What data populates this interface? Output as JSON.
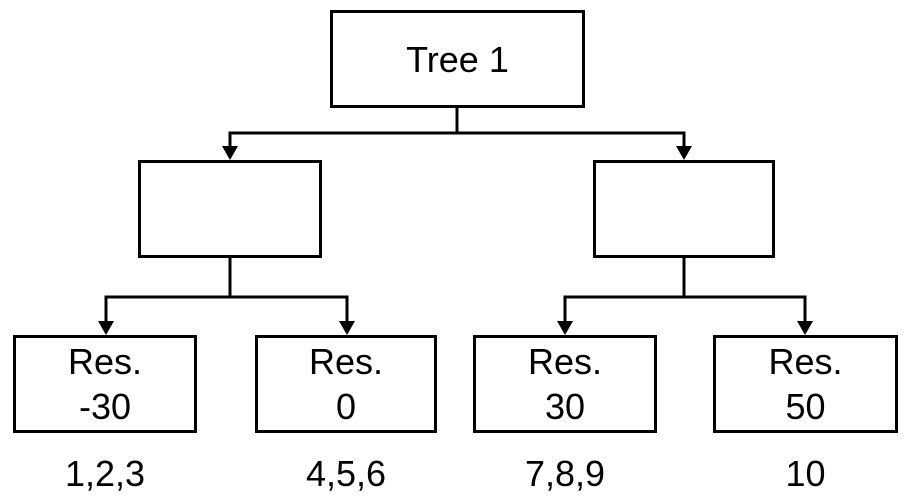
{
  "diagram": {
    "root": {
      "label": "Tree 1"
    },
    "internal_nodes": [
      {
        "label": ""
      },
      {
        "label": ""
      }
    ],
    "leaves": [
      {
        "title": "Res.",
        "value": "-30",
        "caption": "1,2,3"
      },
      {
        "title": "Res.",
        "value": "0",
        "caption": "4,5,6"
      },
      {
        "title": "Res.",
        "value": "30",
        "caption": "7,8,9"
      },
      {
        "title": "Res.",
        "value": "50",
        "caption": "10"
      }
    ],
    "colors": {
      "line": "#000000",
      "text": "#000000",
      "background": "#ffffff"
    }
  }
}
